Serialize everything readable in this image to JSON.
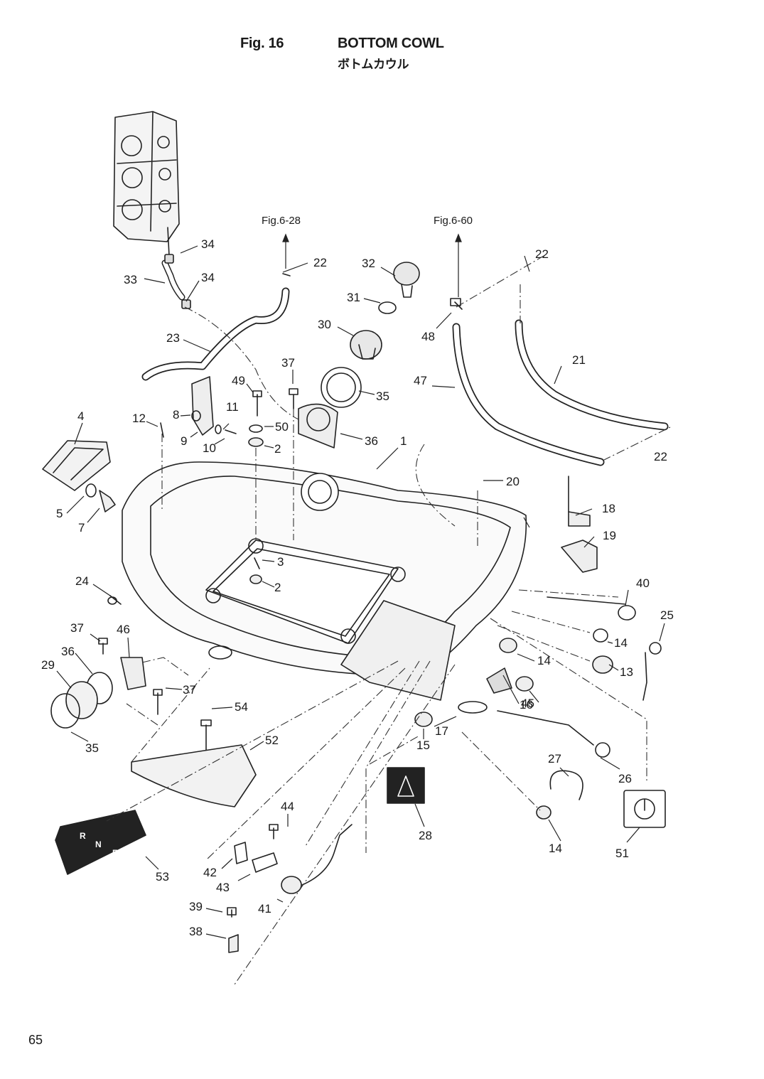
{
  "header": {
    "figure_number": "Fig. 16",
    "title_en": "BOTTOM COWL",
    "title_jp": "ボトムカウル"
  },
  "references": [
    "Fig.6-28",
    "Fig.6-60"
  ],
  "callouts": [
    "1",
    "2",
    "2",
    "3",
    "4",
    "5",
    "7",
    "8",
    "9",
    "10",
    "11",
    "12",
    "13",
    "14",
    "14",
    "14",
    "15",
    "16",
    "17",
    "18",
    "19",
    "20",
    "21",
    "22",
    "22",
    "22",
    "23",
    "24",
    "25",
    "26",
    "27",
    "28",
    "29",
    "30",
    "31",
    "32",
    "33",
    "34",
    "34",
    "35",
    "35",
    "36",
    "36",
    "37",
    "37",
    "37",
    "38",
    "39",
    "40",
    "41",
    "42",
    "43",
    "44",
    "45",
    "46",
    "47",
    "48",
    "49",
    "50",
    "51",
    "52",
    "53",
    "54"
  ],
  "shift_label": {
    "r": "R",
    "n": "N",
    "f": "F"
  },
  "page_number": "65"
}
